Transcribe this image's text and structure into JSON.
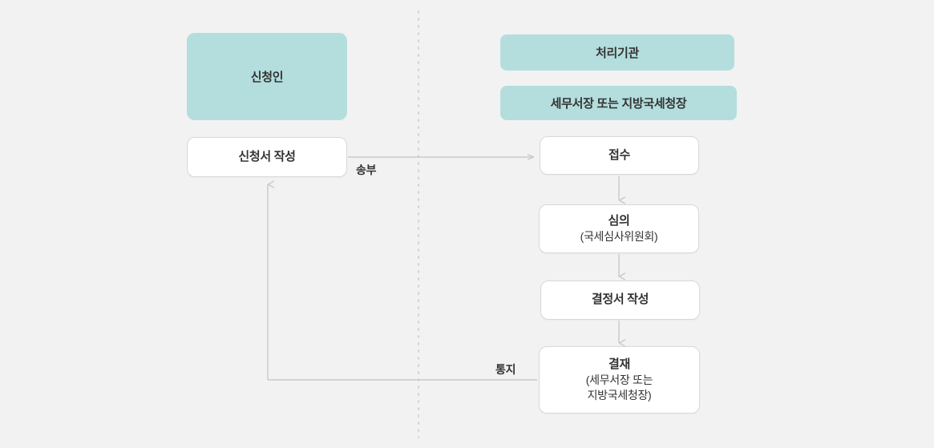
{
  "diagram": {
    "title": "",
    "background_color": "#f2f2f2",
    "accent_color": "#b4dedd",
    "line_color": "#c9c9c9",
    "text_color": "#333333",
    "lanes": [
      {
        "id": "applicant",
        "header": "신청인"
      },
      {
        "id": "agency",
        "header": "처리기관",
        "subheader": "세무서장 또는 지방국세청장"
      }
    ],
    "headers": {
      "applicant": "신청인",
      "agency": "처리기관",
      "agency_sub": "세무서장 또는 지방국세청장"
    },
    "nodes": {
      "application_form": {
        "label": "신청서 작성"
      },
      "receipt": {
        "label": "접수"
      },
      "review": {
        "label": "심의",
        "sub": "(국세심사위원회)"
      },
      "decision_draft": {
        "label": "결정서 작성"
      },
      "approval": {
        "label": "결재",
        "sub_line1": "(세무서장 또는",
        "sub_line2": "지방국세청장)"
      }
    },
    "edges": {
      "send": "송부",
      "notify": "통지"
    }
  }
}
